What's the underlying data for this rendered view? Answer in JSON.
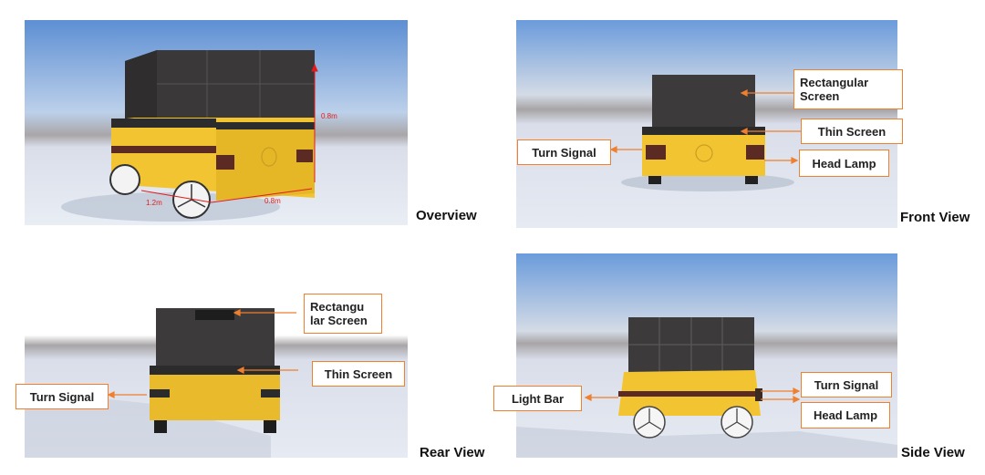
{
  "views": {
    "overview": {
      "label": "Overview",
      "dimensions": {
        "height": "0.8m",
        "length": "1.2m",
        "width": "0.8m"
      }
    },
    "front": {
      "label": "Front View",
      "callouts": {
        "rect_screen": "Rectangular\nScreen",
        "thin_screen": "Thin Screen",
        "turn_signal": "Turn Signal",
        "head_lamp": "Head Lamp"
      }
    },
    "rear": {
      "label": "Rear View",
      "callouts": {
        "rect_screen": "Rectangu\nlar Screen",
        "thin_screen": "Thin Screen",
        "turn_signal": "Turn Signal"
      }
    },
    "side": {
      "label": "Side View",
      "callouts": {
        "light_bar": "Light Bar",
        "turn_signal": "Turn Signal",
        "head_lamp": "Head Lamp"
      }
    }
  },
  "colors": {
    "callout_border": "#f07f2e",
    "dimension": "#e11b1b",
    "body_yellow": "#f2c431",
    "screen_dark": "#3c3a3a"
  }
}
